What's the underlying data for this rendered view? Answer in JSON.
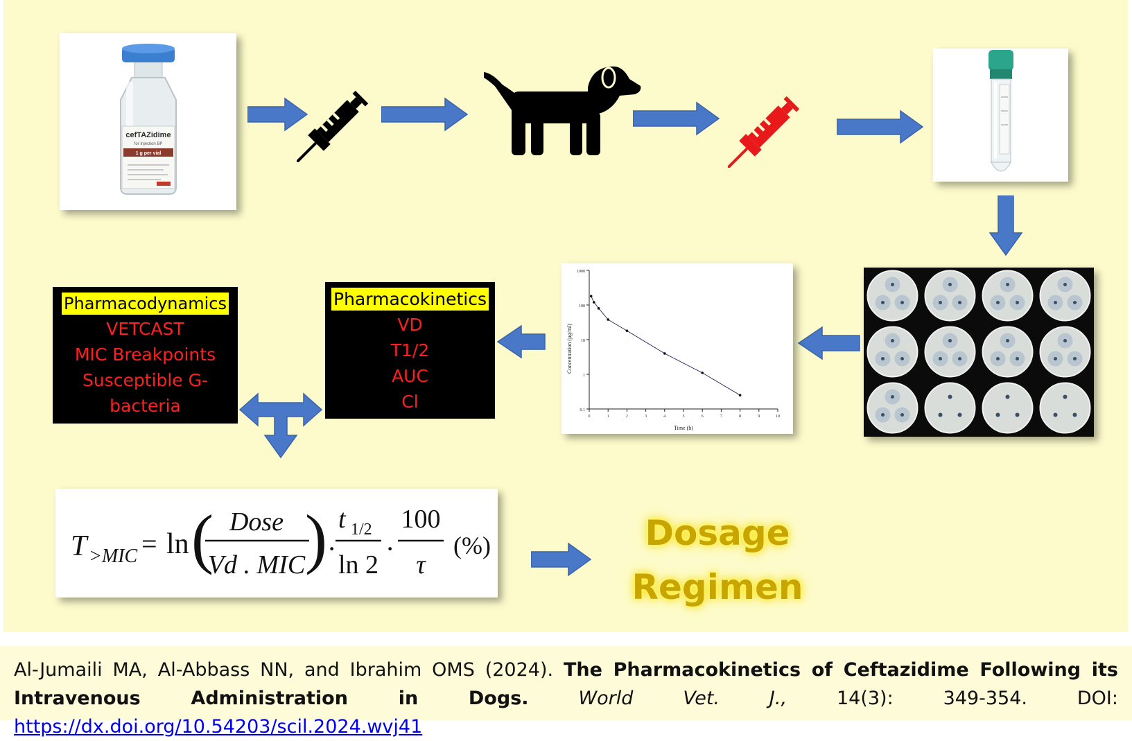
{
  "vial": {
    "brand": "cefTAZidime",
    "subtitle": "for Injection BP",
    "strength": "1 g per vial"
  },
  "pharmacodynamics": {
    "title": "Pharmacodynamics",
    "items": [
      "VETCAST",
      "MIC Breakpoints",
      "Susceptible G-",
      "bacteria"
    ]
  },
  "pharmacokinetics": {
    "title": "Pharmacokinetics",
    "items": [
      "VD",
      "T1/2",
      "AUC",
      "Cl"
    ]
  },
  "pk_chart": {
    "ylabel": "Concentration (µg/ml)",
    "xlabel": "Time (h)",
    "y_ticks": [
      "1000",
      "100",
      "10",
      "1",
      "0.1"
    ],
    "x_ticks": [
      "0",
      "1",
      "2",
      "3",
      "4",
      "5",
      "6",
      "7",
      "8",
      "9",
      "10"
    ]
  },
  "formula": {
    "lhs": "T",
    "lhs_sub": ">MIC",
    "eq": "=",
    "ln": "ln",
    "num1": "Dose",
    "den1": "Vd . MIC",
    "dot": "·",
    "num2": "t",
    "num2_sub": "1/2",
    "den2": "ln 2",
    "num3": "100",
    "den3": "τ",
    "pct": "(%)"
  },
  "dosage": {
    "line1": "Dosage",
    "line2": "Regimen"
  },
  "citation": {
    "authors": "Al-Jumaili MA, Al-Abbass NN, and Ibrahim OMS (2024). ",
    "title": "The Pharmacokinetics of Ceftazidime Following its Intravenous Administration in Dogs.",
    "journal": "World Vet. J.,",
    "volume": " 14(3): 349-354. DOI: ",
    "doi": "https://dx.doi.org/10.54203/scil.2024.wvj41"
  },
  "colors": {
    "background": "#fdfbcb",
    "arrow": "#4a78c8",
    "syringe_black": "#000000",
    "syringe_red": "#e8191b",
    "label_text": "#ff1f1f",
    "title_highlight": "#ffff00",
    "dosage_text": "#c8a500"
  }
}
